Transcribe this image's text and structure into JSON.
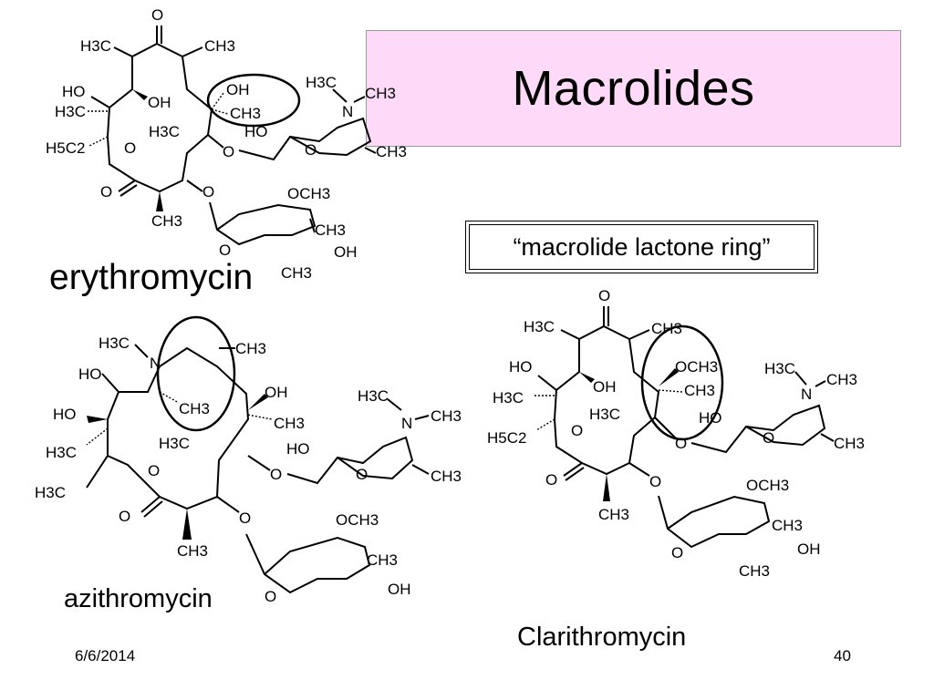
{
  "slide": {
    "title": "Macrolides",
    "callout": "“macrolide lactone ring”",
    "labels": {
      "erythromycin": "erythromycin",
      "azithromycin": "azithromycin",
      "clarithromycin": "Clarithromycin"
    },
    "footer": {
      "date": "6/6/2014",
      "page": "40"
    }
  },
  "atoms": {
    "O": "O",
    "OH": "OH",
    "HO": "HO",
    "N": "N",
    "CH3": "CH3",
    "H3C": "H3C",
    "H5C2": "H5C2",
    "OCH3": "OCH3",
    "H3C_N": "H3C"
  },
  "colors": {
    "title_bg": "#ffd9f8",
    "title_border": "#9a9a9a",
    "text": "#000000"
  }
}
